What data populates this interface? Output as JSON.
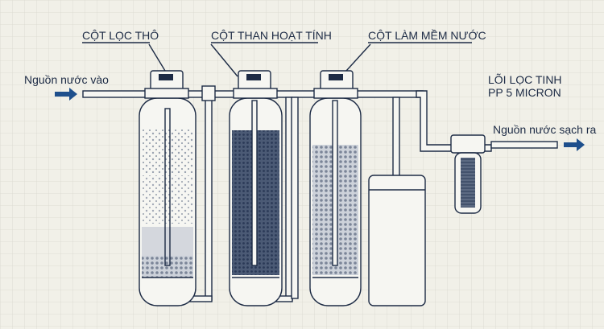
{
  "labels": {
    "column1": "CỘT LỌC THÔ",
    "column2": "CỘT THAN HOẠT TÍNH",
    "column3": "CỘT LÀM MỀM NƯỚC",
    "cartridge_line1": "LÕI LỌC TINH",
    "cartridge_line2": "PP 5 MICRON",
    "inlet": "Nguồn nước vào",
    "outlet": "Nguồn nước sạch ra"
  },
  "colors": {
    "ink": "#1d2b45",
    "background": "#f1f0e8",
    "grid": "#d9d9d0",
    "arrow": "#1e4f8c"
  }
}
